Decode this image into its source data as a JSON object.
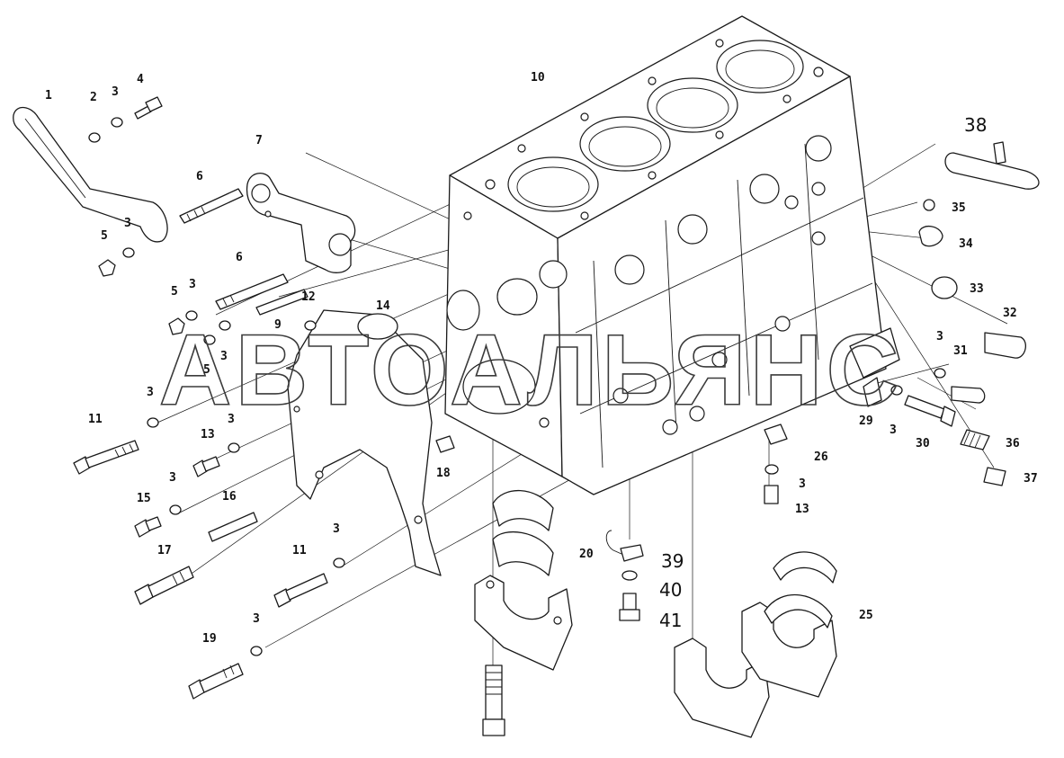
{
  "watermark": "АВТОАЛЬЯНС",
  "callouts": {
    "p1": "1",
    "p2": "2",
    "p3a": "3",
    "p4": "4",
    "p5a": "5",
    "p3b": "3",
    "p6a": "6",
    "p7": "7",
    "p5b": "5",
    "p3c": "3",
    "p6b": "6",
    "p9": "9",
    "p12": "12",
    "p14": "14",
    "p5c": "5",
    "p3d": "3",
    "p3e": "3",
    "p11a": "11",
    "p13a": "13",
    "p3f": "3",
    "p3g": "3",
    "p15": "15",
    "p16": "16",
    "p17": "17",
    "p11b": "11",
    "p3h": "3",
    "p3i": "3",
    "p19": "19",
    "p10": "10",
    "p18": "18",
    "p20": "20",
    "p38": "38",
    "p35": "35",
    "p34": "34",
    "p33": "33",
    "p32": "32",
    "p3j": "3",
    "p31": "31",
    "p29": "29",
    "p3k": "3",
    "p30": "30",
    "p26": "26",
    "p36": "36",
    "p37": "37",
    "p3l": "3",
    "p13b": "13",
    "p39": "39",
    "p40": "40",
    "p41": "41",
    "p25": "25"
  }
}
